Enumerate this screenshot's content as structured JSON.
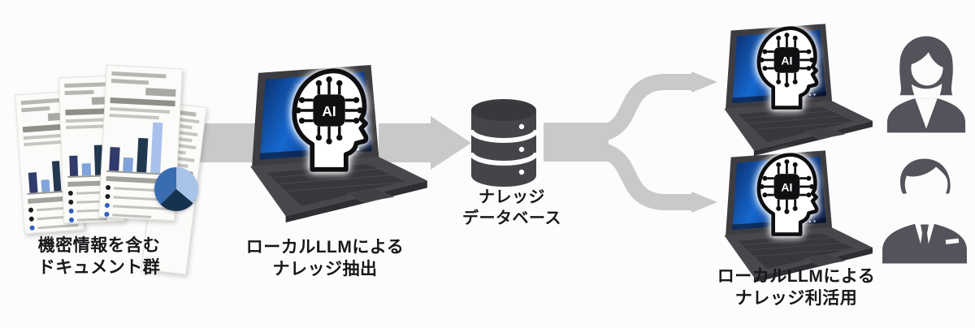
{
  "background": "#fcfcfc",
  "colors": {
    "stage-bg": "#fcfcfc",
    "arrow": "#c9c9c9",
    "dark-icon": "#474449",
    "person": "#55525b",
    "label": "#17171a",
    "laptop-body": "#3c3c41",
    "laptop-base": "#47474c",
    "chip": "#101013"
  },
  "nodes": {
    "documents": {
      "label_line1": "機密情報を含む",
      "label_line2": "ドキュメント群"
    },
    "extraction": {
      "label_line1": "ローカルLLMによる",
      "label_line2": "ナレッジ抽出"
    },
    "database": {
      "label_line1": "ナレッジ",
      "label_line2": "データベース"
    },
    "utilization": {
      "label_line1": "ローカルLLMによる",
      "label_line2": "ナレッジ利活用"
    }
  },
  "ai_head": {
    "chip_text": "AI"
  }
}
